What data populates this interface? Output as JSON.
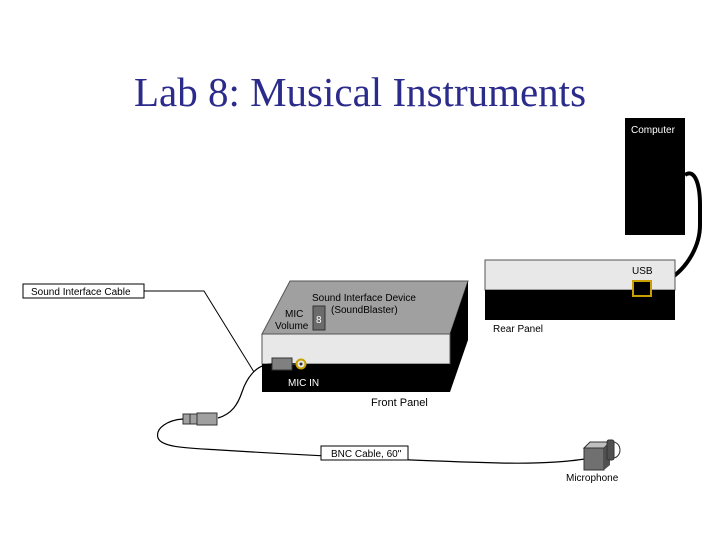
{
  "title": "Lab 8: Musical Instruments",
  "labels": {
    "computer": "Computer",
    "usb": "USB",
    "rear_panel": "Rear Panel",
    "sound_interface_cable": "Sound Interface Cable",
    "device_line1": "Sound Interface Device",
    "device_line2": "(SoundBlaster)",
    "mic_volume_line1": "MIC",
    "mic_volume_line2": "Volume",
    "knob_value": "8",
    "mic_in": "MIC IN",
    "front_panel": "Front Panel",
    "bnc_cable": "BNC Cable, 60\"",
    "microphone": "Microphone"
  },
  "colors": {
    "title": "#2b2b8c",
    "dark_panel": "#000000",
    "light_face": "#e8e8e8",
    "mid_gray": "#a0a0a0",
    "dark_gray": "#6b6b6b",
    "connector_gold": "#c8a000"
  }
}
